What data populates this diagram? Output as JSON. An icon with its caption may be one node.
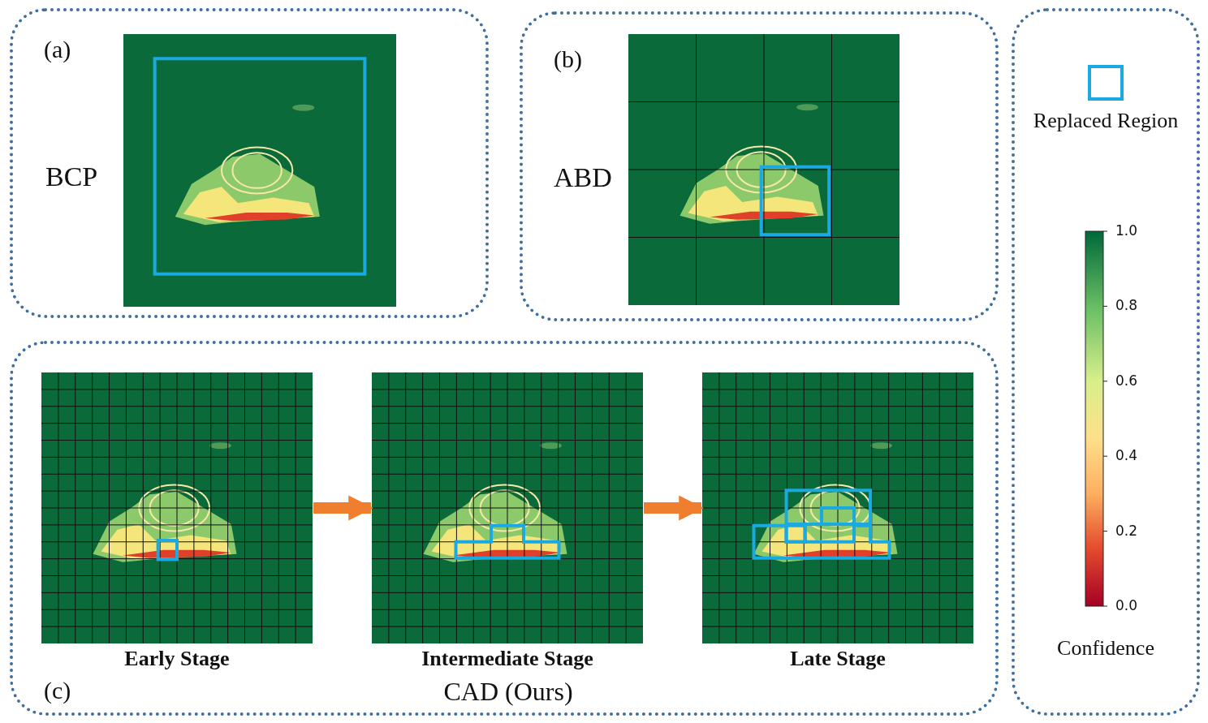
{
  "diagram": {
    "nodes": [
      {
        "text": [
          "(a)",
          "BCP"
        ]
      },
      {
        "text": [
          "(b)",
          "ABD"
        ]
      },
      {
        "text": [
          "(c)",
          "CAD (Ours)"
        ]
      },
      {
        "text": [],
        "shape": "picture",
        "in": 2,
        "beside": [
          "Early Stage"
        ]
      },
      {
        "text": [],
        "shape": "picture",
        "in": 2,
        "beside": [
          "Intermediate Stage"
        ]
      },
      {
        "text": [],
        "shape": "picture",
        "in": 2,
        "beside": [
          "Late Stage"
        ]
      },
      {
        "text": [
          "Confidence"
        ]
      }
    ],
    "edges": [
      {
        "from": 3,
        "to": 4,
        "arrow": "to"
      },
      {
        "from": 4,
        "to": 5,
        "arrow": "to"
      }
    ],
    "labels": [
      "1.0",
      "0.8",
      "0.6",
      "0.4",
      "0.2",
      "0.0"
    ],
    "legend": [
      {
        "text": "Replaced Region"
      }
    ]
  }
}
